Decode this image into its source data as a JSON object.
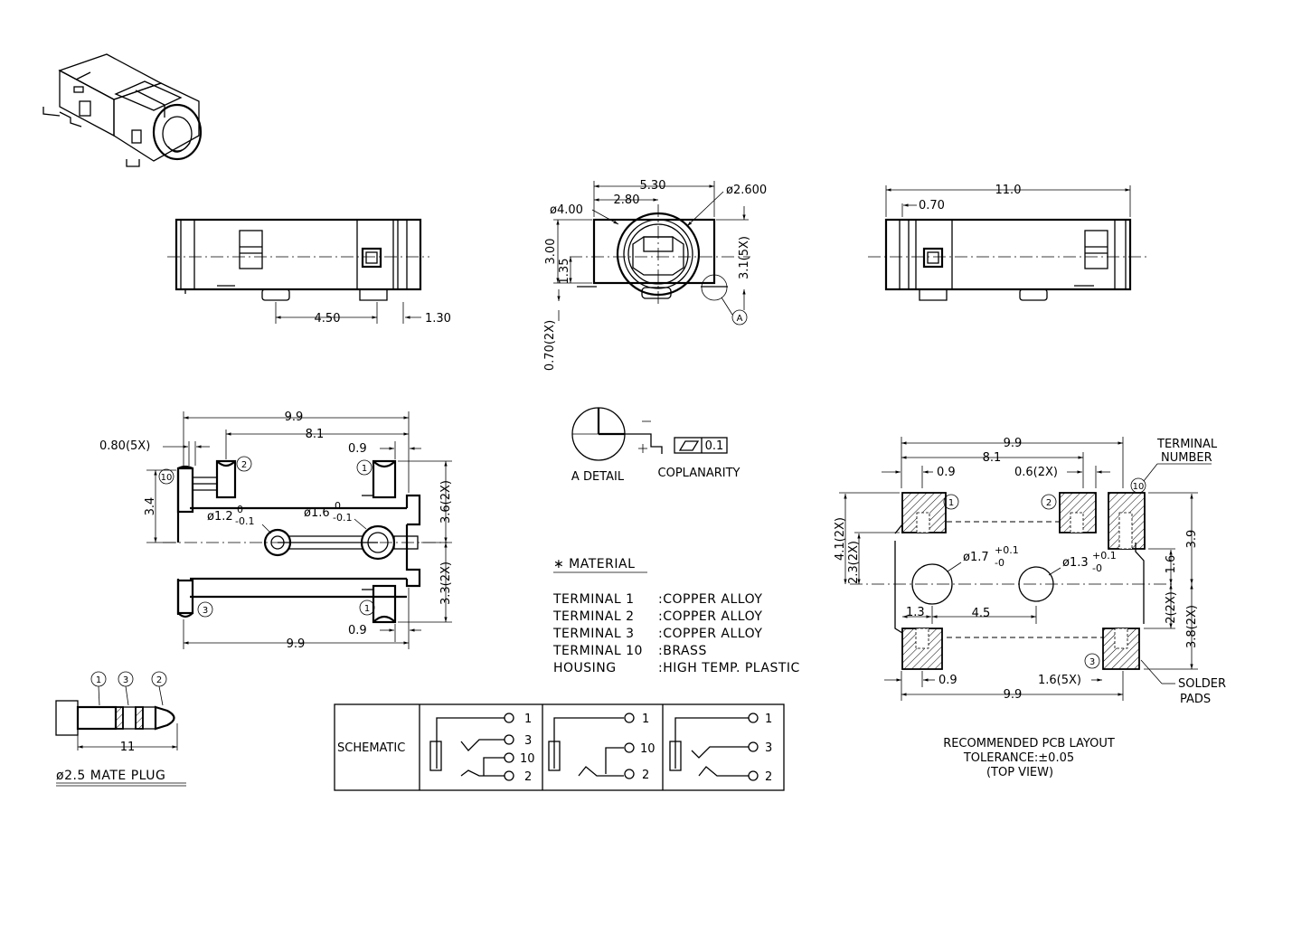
{
  "front_view": {
    "dim_4_50": "4.50",
    "dim_1_30": "1.30"
  },
  "side_view": {
    "dim_5_30": "5.30",
    "dim_2_80": "2.80",
    "dim_phi_2_600": "ø2.600",
    "dim_phi_4_00": "ø4.00",
    "dim_3_00": "3.00",
    "dim_1_35": "1.35",
    "dim_3_1_5x": "3.1(5X)",
    "dim_0_70_2x": "0.70(2X)",
    "detail_ref": "A"
  },
  "rear_view": {
    "dim_11_0": "11.0",
    "dim_0_70": "0.70"
  },
  "top_view": {
    "dim_9_9_top": "9.9",
    "dim_8_1": "8.1",
    "dim_0_80_5x": "0.80(5X)",
    "dim_0_9_top": "0.9",
    "dim_3_4": "3.4",
    "dim_3_6_2x": "3.6(2X)",
    "dim_3_3_2x": "3.3(2X)",
    "dim_phi_1_2": "ø1.2",
    "tol_1_2_upper": "0",
    "tol_1_2_lower": "-0.1",
    "dim_phi_1_6": "ø1.6",
    "tol_1_6_upper": "0",
    "tol_1_6_lower": "-0.1",
    "dim_0_9_bottom": "0.9",
    "dim_9_9_bottom": "9.9",
    "balloons": [
      "10",
      "2",
      "1",
      "1",
      "3"
    ]
  },
  "detail": {
    "a_detail_label": "A DETAIL",
    "coplanarity_label": "COPLANARITY",
    "coplanarity_value": "0.1"
  },
  "material": {
    "title": "∗ MATERIAL",
    "rows": [
      {
        "part": "TERMINAL 1",
        "material": ":COPPER ALLOY"
      },
      {
        "part": "TERMINAL 2",
        "material": ":COPPER ALLOY"
      },
      {
        "part": "TERMINAL 3",
        "material": ":COPPER ALLOY"
      },
      {
        "part": "TERMINAL 10",
        "material": ":BRASS"
      },
      {
        "part": "HOUSING",
        "material": ":HIGH TEMP. PLASTIC"
      }
    ]
  },
  "pcb_layout": {
    "dim_9_9_top": "9.9",
    "dim_8_1": "8.1",
    "dim_0_9_top": "0.9",
    "dim_0_6_2x": "0.6(2X)",
    "terminal_number_line1": "TERMINAL",
    "terminal_number_line2": "NUMBER",
    "dim_4_1_2x": "4.1(2X)",
    "dim_2_3_2x": "2.3(2X)",
    "dim_3_9": "3.9",
    "dim_1_6": "1.6",
    "dim_2_2x": "2(2X)",
    "dim_3_8_2x": "3.8(2X)",
    "dim_phi_1_7": "ø1.7",
    "tol_1_7_upper": "+0.1",
    "tol_1_7_lower": "-0",
    "dim_phi_1_3": "ø1.3",
    "tol_1_3_upper": "+0.1",
    "tol_1_3_lower": "-0",
    "dim_1_3": "1.3",
    "dim_4_5": "4.5",
    "dim_0_9_bottom": "0.9",
    "dim_1_6_5x": "1.6(5X)",
    "solder_line1": "SOLDER",
    "solder_line2": "PADS",
    "dim_9_9_bottom": "9.9",
    "caption_line1": "RECOMMENDED PCB LAYOUT",
    "caption_line2": "TOLERANCE:±0.05",
    "caption_line3": "(TOP VIEW)",
    "balloons": [
      "1",
      "2",
      "10",
      "3"
    ]
  },
  "mate_plug": {
    "dim_11": "11",
    "label": "ø2.5 MATE PLUG",
    "balloons": [
      "1",
      "3",
      "2"
    ]
  },
  "schematic": {
    "label": "SCHEMATIC",
    "panel1_pins": [
      "1",
      "3",
      "10",
      "2"
    ],
    "panel2_pins": [
      "1",
      "10",
      "2"
    ],
    "panel3_pins": [
      "1",
      "3",
      "2"
    ]
  }
}
